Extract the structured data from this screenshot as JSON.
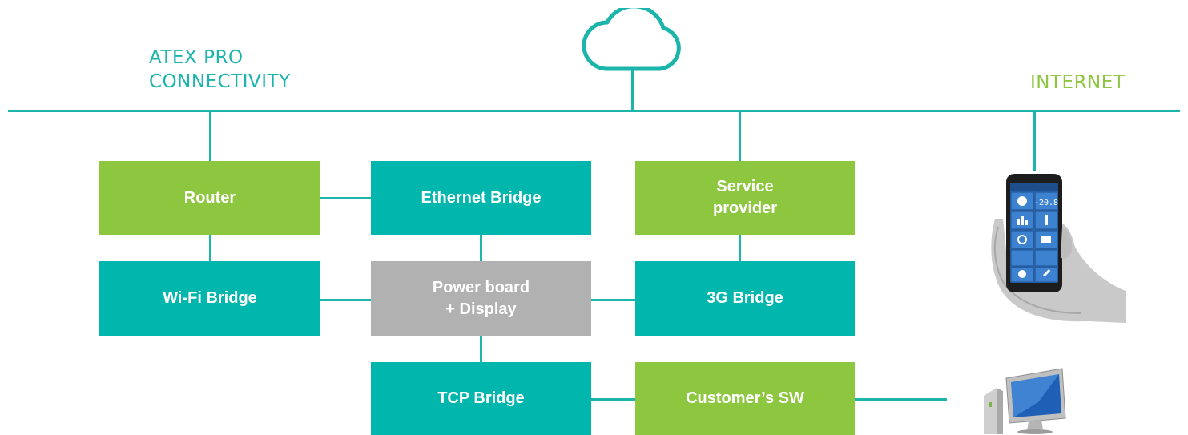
{
  "colors": {
    "line": "#1cb5ac",
    "teal": "#00b6ad",
    "green": "#8dc63f",
    "gray": "#b1b1b1",
    "internet_text": "#8dc63f",
    "atex_text": "#1cb5ac"
  },
  "labels": {
    "atex": "ATEX PRO\nCONNECTIVITY",
    "internet": "INTERNET"
  },
  "icons": {
    "cloud": "cloud-icon",
    "phone": "smartphone-in-hand-icon",
    "computer": "desktop-computer-icon"
  },
  "boxes": {
    "router": "Router",
    "ethernet_bridge": "Ethernet Bridge",
    "service_provider": "Service\nprovider",
    "wifi_bridge": "Wi-Fi Bridge",
    "power_board": "Power board\n+ Display",
    "bridge_3g": "3G Bridge",
    "tcp_bridge": "TCP Bridge",
    "customer_sw": "Customer’s SW"
  },
  "phone_screen": {
    "value": "-20.8"
  }
}
